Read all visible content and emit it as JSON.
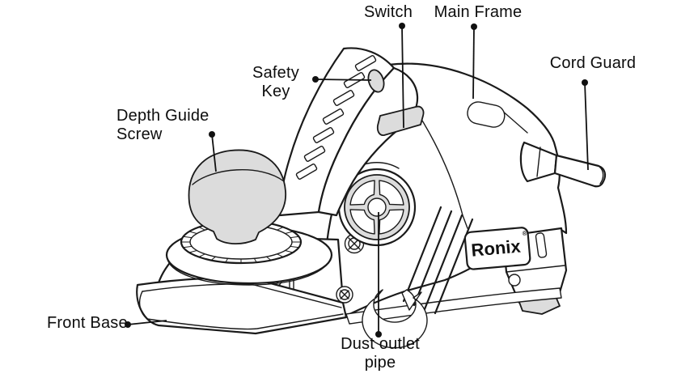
{
  "diagram": {
    "labels": {
      "switch": {
        "text": "Switch"
      },
      "main_frame": {
        "text": "Main Frame"
      },
      "cord_guard": {
        "text": "Cord Guard"
      },
      "safety_key": {
        "line1": "Safety",
        "line2": "Key"
      },
      "depth_guide_screw": {
        "line1": "Depth Guide",
        "line2": "Screw"
      },
      "front_base": {
        "text": "Front Base"
      },
      "dust_outlet_pipe": {
        "line1": "Dust outlet",
        "line2": "pipe"
      }
    },
    "brand": {
      "name": "Ronix",
      "registered": "®"
    }
  },
  "colors": {
    "line": "#1a1a1a",
    "fill_gray": "#dcdcdc",
    "background": "#ffffff",
    "text": "#0d0d0d"
  }
}
